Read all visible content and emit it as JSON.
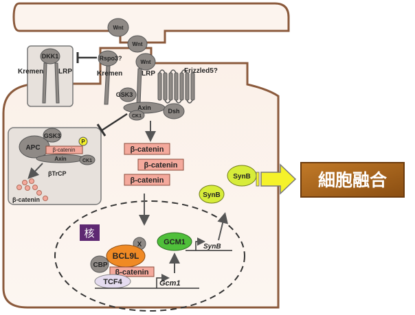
{
  "ligands": {
    "wnt_top": "Wnt",
    "wnt_mid": "Wnt",
    "wnt_bound": "Wnt",
    "rspo3": "Rspo3?"
  },
  "receptors": {
    "dkk1": "DKK1",
    "kremen_left": "Kremen",
    "lrp_left": "LRP",
    "kremen_mid": "Kremen",
    "lrp_right": "LRP",
    "frizzled5": "Frizzled5?"
  },
  "membrane_complex": {
    "gsk3": "GSK3",
    "axin": "Axin",
    "ck1": "CK1",
    "dsh": "Dsh"
  },
  "destruction_complex": {
    "gsk3": "GSK3",
    "apc": "APC",
    "phospho": "P",
    "beta_catenin": "β-catenin",
    "axin": "Axin",
    "ck1": "CK1",
    "btrcp": "βTrCP",
    "degraded": "β-catenin"
  },
  "stabilized": {
    "beta_catenin": [
      "β-catenin",
      "β-catenin",
      "β-catenin"
    ]
  },
  "nucleus": {
    "label": "核",
    "x": "X",
    "bcl9l": "BCL9L",
    "cbp": "CBP",
    "beta_catenin": "β-catenin",
    "tcf4": "TCF4",
    "gcm1_gene": "Gcm1",
    "gcm1_protein": "GCM1",
    "synb_gene": "SynB"
  },
  "synb": {
    "upper": "SynB",
    "lower": "SynB"
  },
  "outcome": {
    "label": "細胞融合"
  },
  "colors": {
    "protein_gray": "#8f8a86",
    "beta_catenin_fill": "#f4a99c",
    "bcl9l_orange": "#f08a24",
    "gcm1_green": "#4fbf3a",
    "synb_green": "#d7ec3a",
    "nucleus_purple": "#5e2872",
    "outcome_brown": "#a8641a",
    "arrow_yellow": "#f5f22a"
  }
}
